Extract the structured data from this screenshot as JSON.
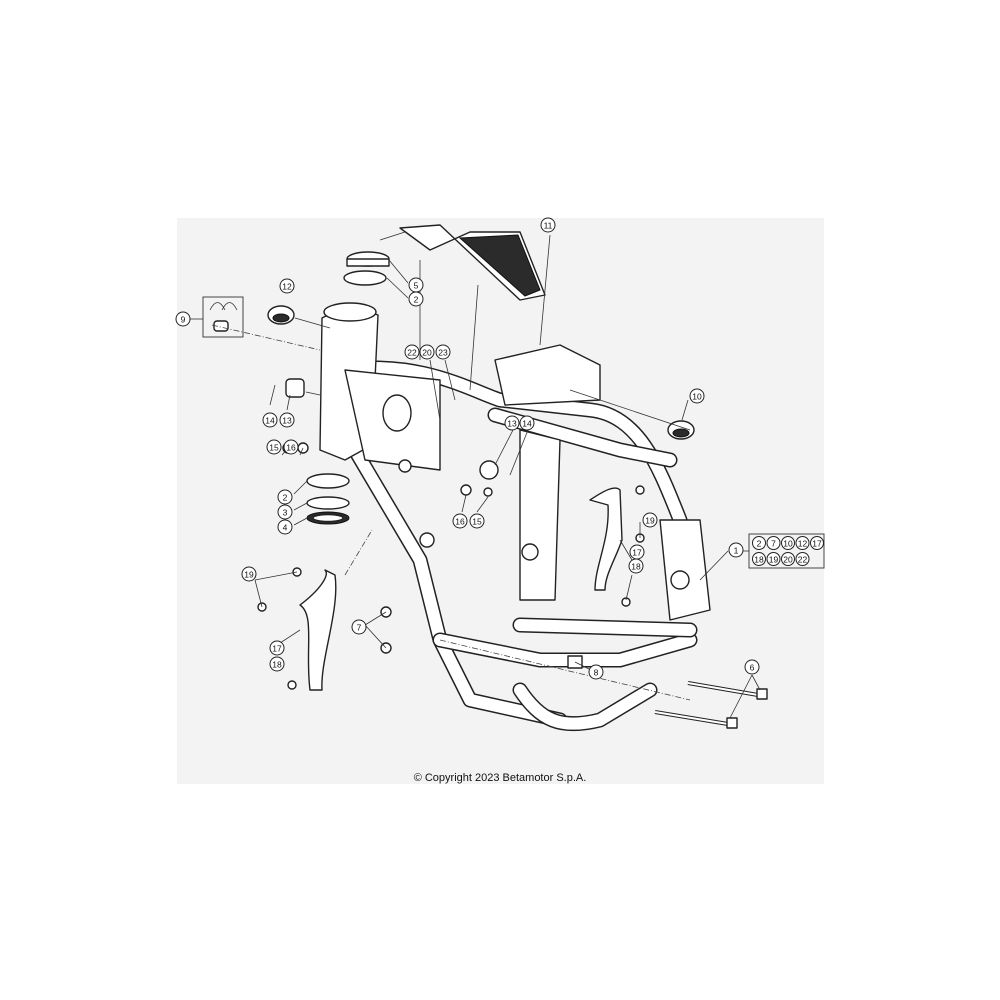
{
  "copyright": "© Copyright 2023 Betamotor S.p.A.",
  "callouts": [
    {
      "id": "c1",
      "label": "1"
    },
    {
      "id": "c2a",
      "label": "2"
    },
    {
      "id": "c2b",
      "label": "2"
    },
    {
      "id": "c3",
      "label": "3"
    },
    {
      "id": "c4",
      "label": "4"
    },
    {
      "id": "c5",
      "label": "5"
    },
    {
      "id": "c6",
      "label": "6"
    },
    {
      "id": "c7",
      "label": "7"
    },
    {
      "id": "c8",
      "label": "8"
    },
    {
      "id": "c9",
      "label": "9"
    },
    {
      "id": "c10",
      "label": "10"
    },
    {
      "id": "c11",
      "label": "11"
    },
    {
      "id": "c12",
      "label": "12"
    },
    {
      "id": "c13a",
      "label": "13"
    },
    {
      "id": "c13b",
      "label": "13"
    },
    {
      "id": "c14a",
      "label": "14"
    },
    {
      "id": "c14b",
      "label": "14"
    },
    {
      "id": "c15a",
      "label": "15"
    },
    {
      "id": "c15b",
      "label": "15"
    },
    {
      "id": "c16a",
      "label": "16"
    },
    {
      "id": "c16b",
      "label": "16"
    },
    {
      "id": "c17a",
      "label": "17"
    },
    {
      "id": "c17b",
      "label": "17"
    },
    {
      "id": "c18a",
      "label": "18"
    },
    {
      "id": "c18b",
      "label": "18"
    },
    {
      "id": "c19a",
      "label": "19"
    },
    {
      "id": "c19b",
      "label": "19"
    },
    {
      "id": "c22",
      "label": "22"
    },
    {
      "id": "c20",
      "label": "20"
    },
    {
      "id": "c23",
      "label": "23"
    }
  ],
  "kit_labels": [
    "2",
    "7",
    "10",
    "12",
    "17",
    "18",
    "19",
    "20",
    "22"
  ]
}
